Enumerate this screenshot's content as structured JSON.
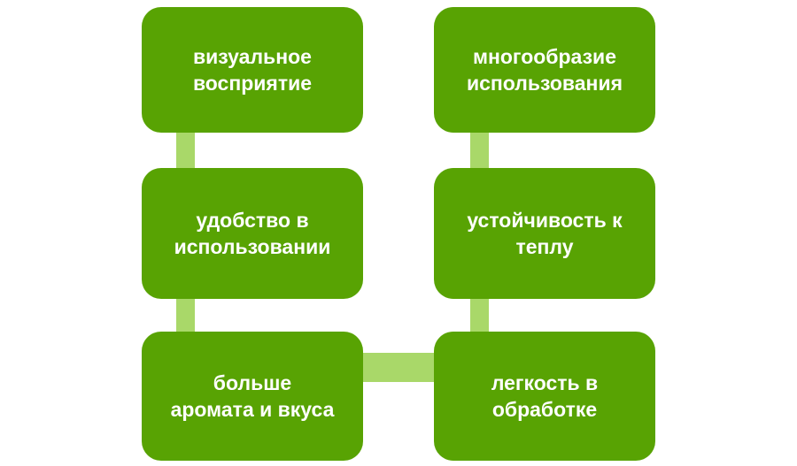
{
  "colors": {
    "box": "#58a303",
    "connector": "#a9d869",
    "text": "#ffffff",
    "background": "#ffffff"
  },
  "diagram": {
    "type": "smartart-block-list",
    "boxes": [
      {
        "id": "visual-perception",
        "label": "визуальное\nвосприятие"
      },
      {
        "id": "variety-of-use",
        "label": "многообразие\nиспользования"
      },
      {
        "id": "ease-of-use",
        "label": "удобство в\nиспользовании"
      },
      {
        "id": "heat-resistance",
        "label": "устойчивость к\nтеплу"
      },
      {
        "id": "more-aroma-taste",
        "label": "больше\nаромата и вкуса"
      },
      {
        "id": "ease-of-processing",
        "label": "легкость в\nобработке"
      }
    ]
  }
}
